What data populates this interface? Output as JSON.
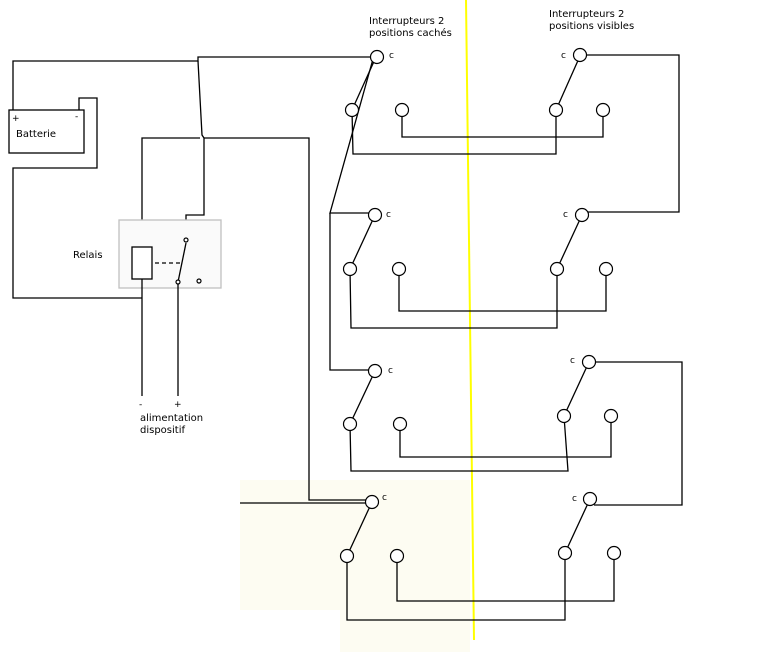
{
  "labels": {
    "hidden_switches": [
      "Interrupteurs 2",
      "positions cachés"
    ],
    "visible_switches": [
      "Interrupteurs 2",
      "positions visibles"
    ],
    "battery": "Batterie",
    "battery_plus": "+",
    "battery_minus": "-",
    "relay": "Relais",
    "supply_minus": "-",
    "supply_plus": "+",
    "supply": [
      "alimentation",
      "dispositif"
    ],
    "common": "c"
  },
  "colors": {
    "wire": "#000000",
    "divider": "#ffff00",
    "relay_box": "#c0c0c0",
    "relay_shade": "#fafafa",
    "hidden_area": "#fdfcf2"
  }
}
